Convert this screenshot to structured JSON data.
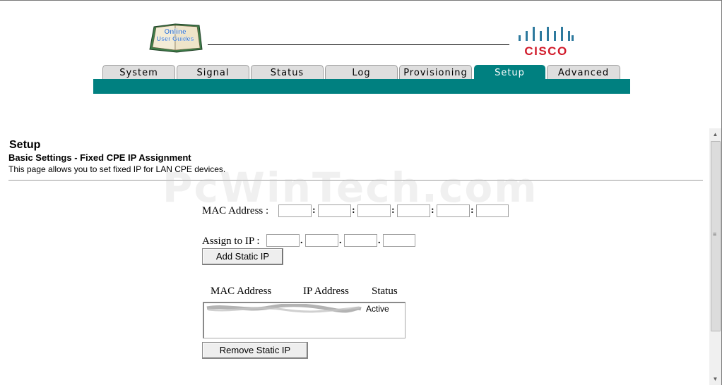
{
  "header": {
    "logo_text_line1": "Online",
    "logo_text_line2": "User Guides",
    "brand": "CISCO"
  },
  "tabs": [
    {
      "label": "System",
      "active": false
    },
    {
      "label": "Signal",
      "active": false
    },
    {
      "label": "Status",
      "active": false
    },
    {
      "label": "Log",
      "active": false
    },
    {
      "label": "Provisioning",
      "active": false
    },
    {
      "label": "Setup",
      "active": true
    },
    {
      "label": "Advanced",
      "active": false
    }
  ],
  "colors": {
    "accent": "#008080",
    "brand_red": "#d11a2a"
  },
  "page": {
    "title": "Setup",
    "subtitle": "Basic Settings - Fixed CPE IP Assignment",
    "description": "This page allows you to set fixed IP for LAN CPE devices."
  },
  "watermark": "PcWinTech.com",
  "form": {
    "mac_label": "MAC Address :",
    "mac_fields": [
      "",
      "",
      "",
      "",
      "",
      ""
    ],
    "ip_label": "Assign to IP :",
    "ip_fields": [
      "",
      "",
      "",
      ""
    ],
    "add_button": "Add Static IP",
    "remove_button": "Remove Static IP"
  },
  "table": {
    "headers": [
      "MAC Address",
      "IP Address",
      "Status"
    ],
    "rows": [
      {
        "status": "Active"
      }
    ]
  }
}
